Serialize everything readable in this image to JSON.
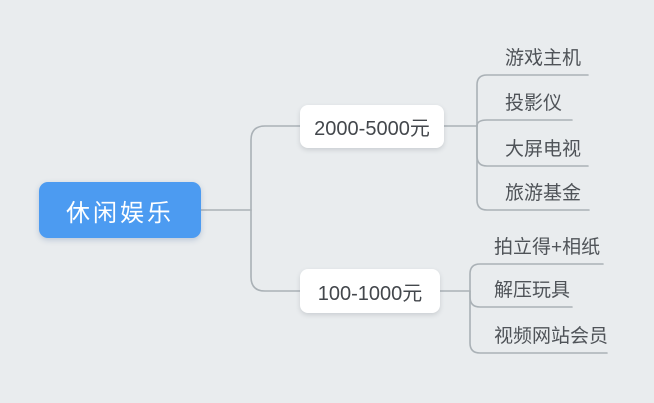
{
  "colors": {
    "canvas_bg": "#e9ecee",
    "root_fill": "#4c9bf1",
    "root_text": "#ffffff",
    "branch_fill": "#ffffff",
    "branch_text": "#43474c",
    "leaf_text": "#4f5358",
    "line": "#aab1b6"
  },
  "tree": {
    "root": {
      "label": "休闲娱乐"
    },
    "branches": [
      {
        "label": "2000-5000元",
        "children": [
          {
            "label": "游戏主机"
          },
          {
            "label": "投影仪"
          },
          {
            "label": "大屏电视"
          },
          {
            "label": "旅游基金"
          }
        ]
      },
      {
        "label": "100-1000元",
        "children": [
          {
            "label": "拍立得+相纸"
          },
          {
            "label": "解压玩具"
          },
          {
            "label": "视频网站会员"
          }
        ]
      }
    ]
  }
}
